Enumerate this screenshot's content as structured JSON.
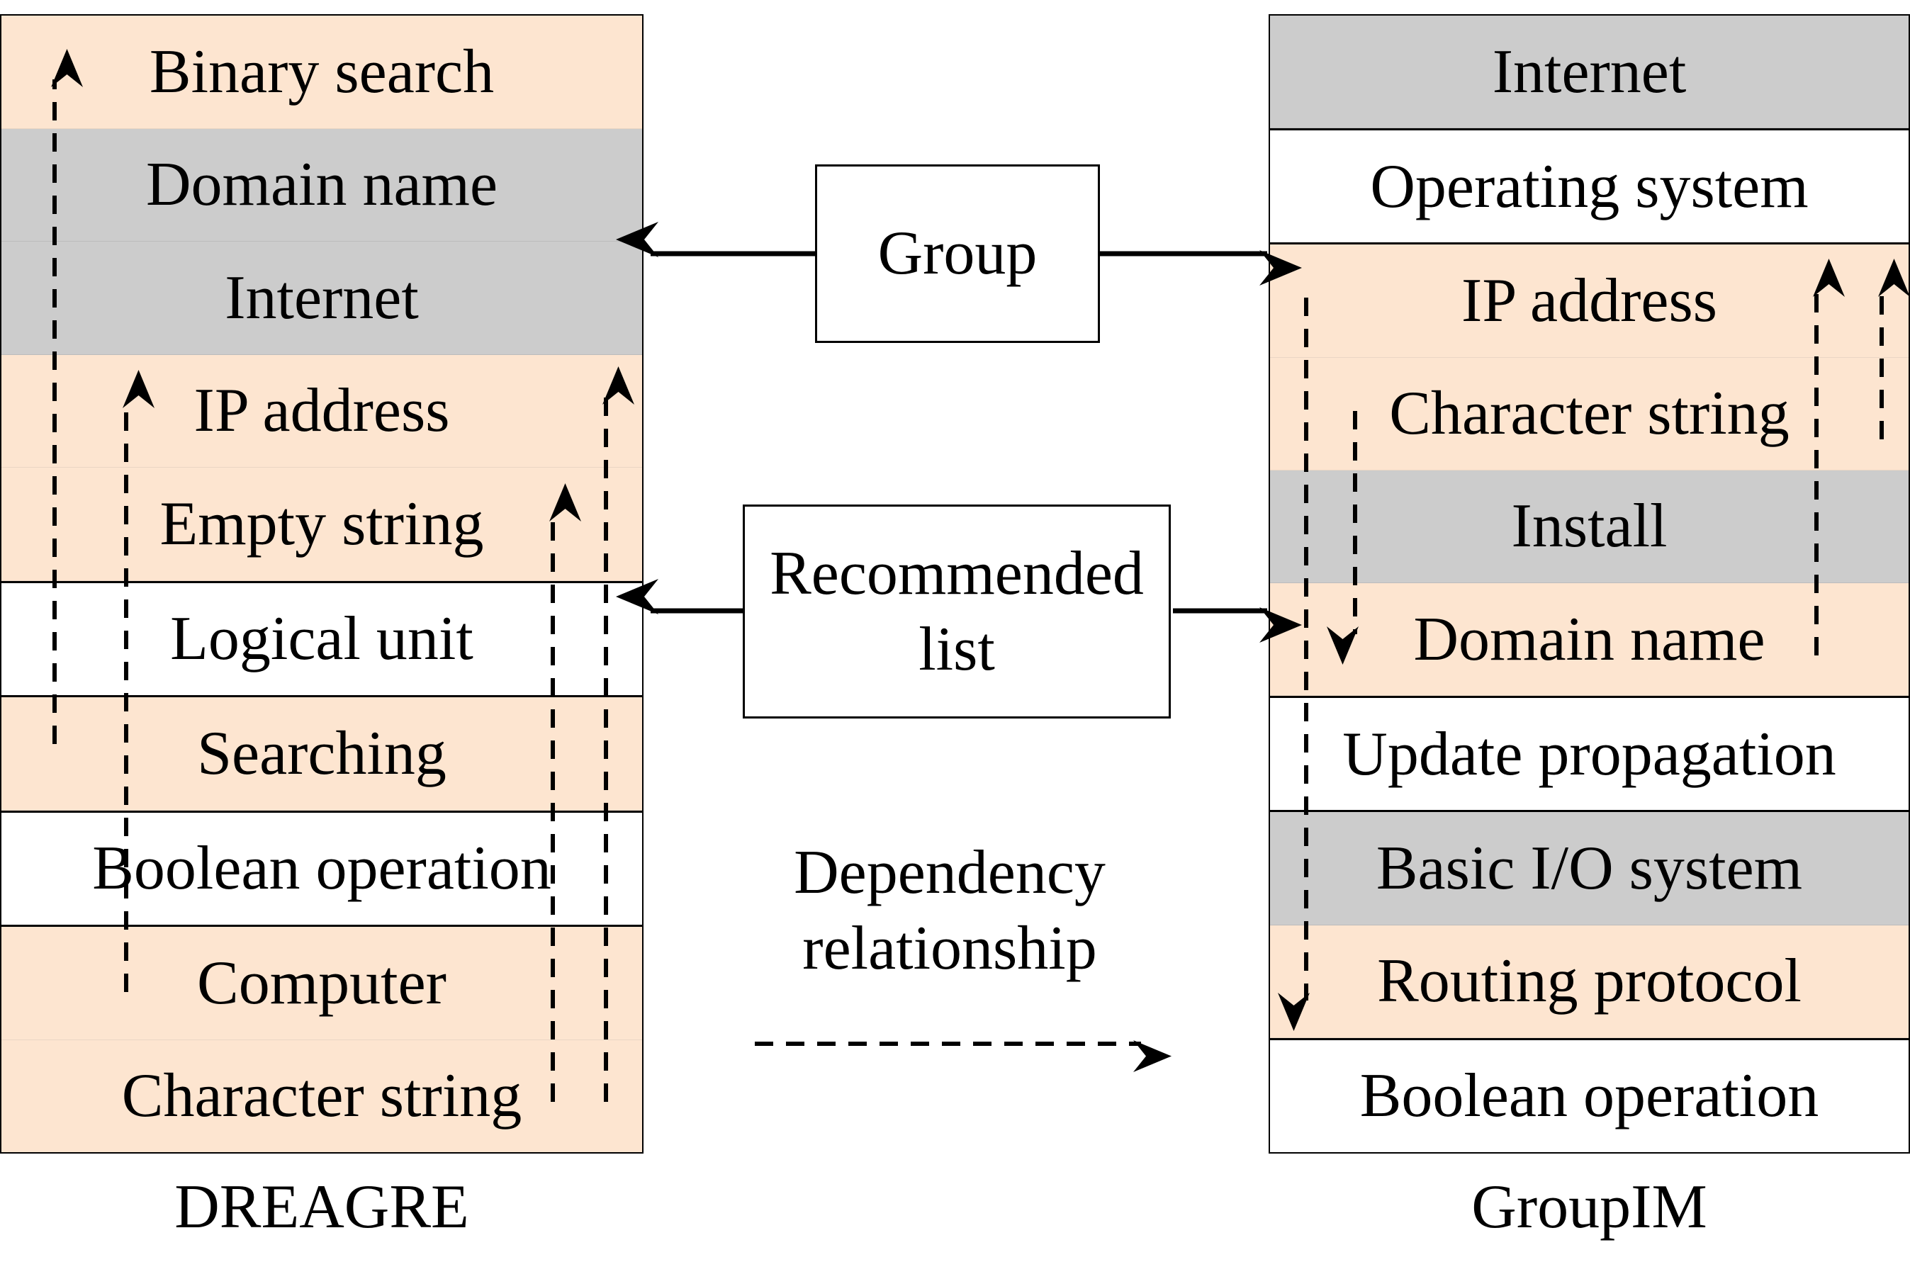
{
  "left_stack": {
    "label": "DREAGRE",
    "rows": [
      {
        "text": "Binary search",
        "kind": "peach"
      },
      {
        "text": "Domain name",
        "kind": "gray"
      },
      {
        "text": "Internet",
        "kind": "gray"
      },
      {
        "text": "IP address",
        "kind": "peach"
      },
      {
        "text": "Empty string",
        "kind": "peach"
      },
      {
        "text": "Logical unit",
        "kind": "white"
      },
      {
        "text": "Searching",
        "kind": "peach"
      },
      {
        "text": "Boolean operation",
        "kind": "white"
      },
      {
        "text": "Computer",
        "kind": "peach"
      },
      {
        "text": "Character string",
        "kind": "peach"
      }
    ]
  },
  "right_stack": {
    "label": "GroupIM",
    "rows": [
      {
        "text": "Internet",
        "kind": "gray"
      },
      {
        "text": "Operating system",
        "kind": "white"
      },
      {
        "text": "IP address",
        "kind": "peach"
      },
      {
        "text": "Character string",
        "kind": "peach"
      },
      {
        "text": "Install",
        "kind": "gray"
      },
      {
        "text": "Domain name",
        "kind": "peach"
      },
      {
        "text": "Update propagation",
        "kind": "white"
      },
      {
        "text": "Basic I/O system",
        "kind": "gray"
      },
      {
        "text": "Routing protocol",
        "kind": "peach"
      },
      {
        "text": "Boolean operation",
        "kind": "white"
      }
    ]
  },
  "center": {
    "group_label": "Group",
    "recommended_label": "Recommended\nlist",
    "dependency_label": "Dependency\nrelationship"
  },
  "colors": {
    "peach": "#fde5d0",
    "gray": "#cccccc",
    "white": "#ffffff",
    "line": "#000000"
  }
}
